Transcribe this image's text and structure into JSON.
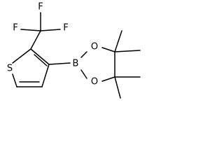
{
  "structure": {
    "atoms": {
      "sulfur": "S",
      "boron": "B",
      "oxygen_top": "O",
      "oxygen_bottom": "O",
      "fluorine_left": "F",
      "fluorine_right": "F",
      "fluorine_top": "F"
    }
  }
}
